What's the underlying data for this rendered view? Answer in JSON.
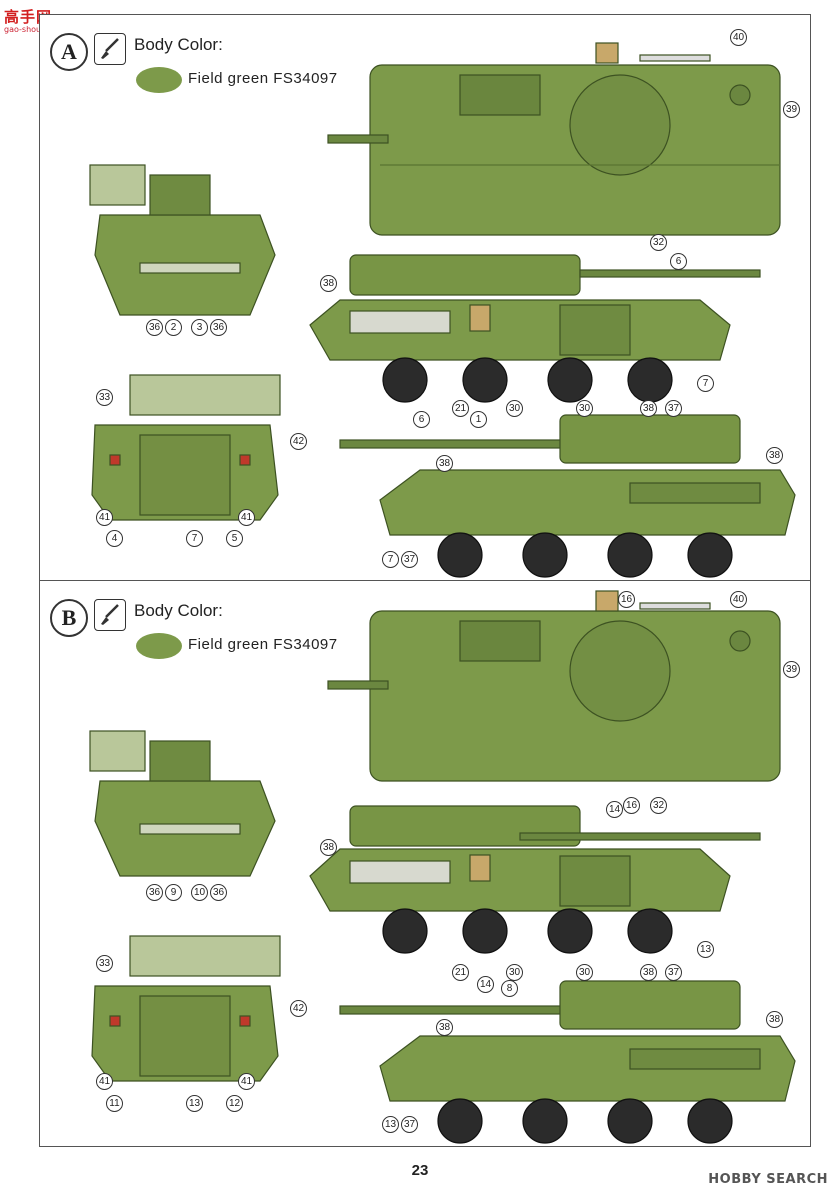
{
  "watermark": {
    "title": "高手网",
    "url": "gao-shou.com"
  },
  "panels": [
    {
      "letter": "A",
      "body_color_label": "Body Color:",
      "paint": "Field green FS34097",
      "paint_color": "#7d9a4a",
      "callouts": {
        "c40": "40",
        "c39": "39",
        "c32": "32",
        "c6": "6",
        "c38a": "38",
        "c7a": "7",
        "c21": "21",
        "c30a": "30",
        "c30b": "30",
        "c38b": "38",
        "c37a": "37",
        "c6b": "6",
        "c1": "1",
        "c38c": "38",
        "c38d": "38",
        "c7b": "7",
        "c37b": "37",
        "c36a": "36",
        "c2": "2",
        "c3": "3",
        "c36b": "36",
        "c33": "33",
        "c42": "42",
        "c41a": "41",
        "c41b": "41",
        "c4": "4",
        "c7c": "7",
        "c5": "5"
      }
    },
    {
      "letter": "B",
      "body_color_label": "Body Color:",
      "paint": "Field green FS34097",
      "paint_color": "#7d9a4a",
      "callouts": {
        "c16a": "16",
        "c40": "40",
        "c39": "39",
        "c16b": "16",
        "c32": "32",
        "c14a": "14",
        "c38a": "38",
        "c13a": "13",
        "c21": "21",
        "c30a": "30",
        "c30b": "30",
        "c38b": "38",
        "c37a": "37",
        "c14b": "14",
        "c8": "8",
        "c38c": "38",
        "c38d": "38",
        "c13b": "13",
        "c37b": "37",
        "c36a": "36",
        "c9": "9",
        "c10": "10",
        "c36b": "36",
        "c33": "33",
        "c42": "42",
        "c41a": "41",
        "c41b": "41",
        "c11": "11",
        "c13c": "13",
        "c12": "12"
      }
    }
  ],
  "footer": {
    "page_number": "23",
    "logo": "HOBBY SEARCH"
  },
  "colors": {
    "body_green": "#7d9a4a",
    "dark_green": "#4f6b2c",
    "tire": "#2b2b2b"
  }
}
